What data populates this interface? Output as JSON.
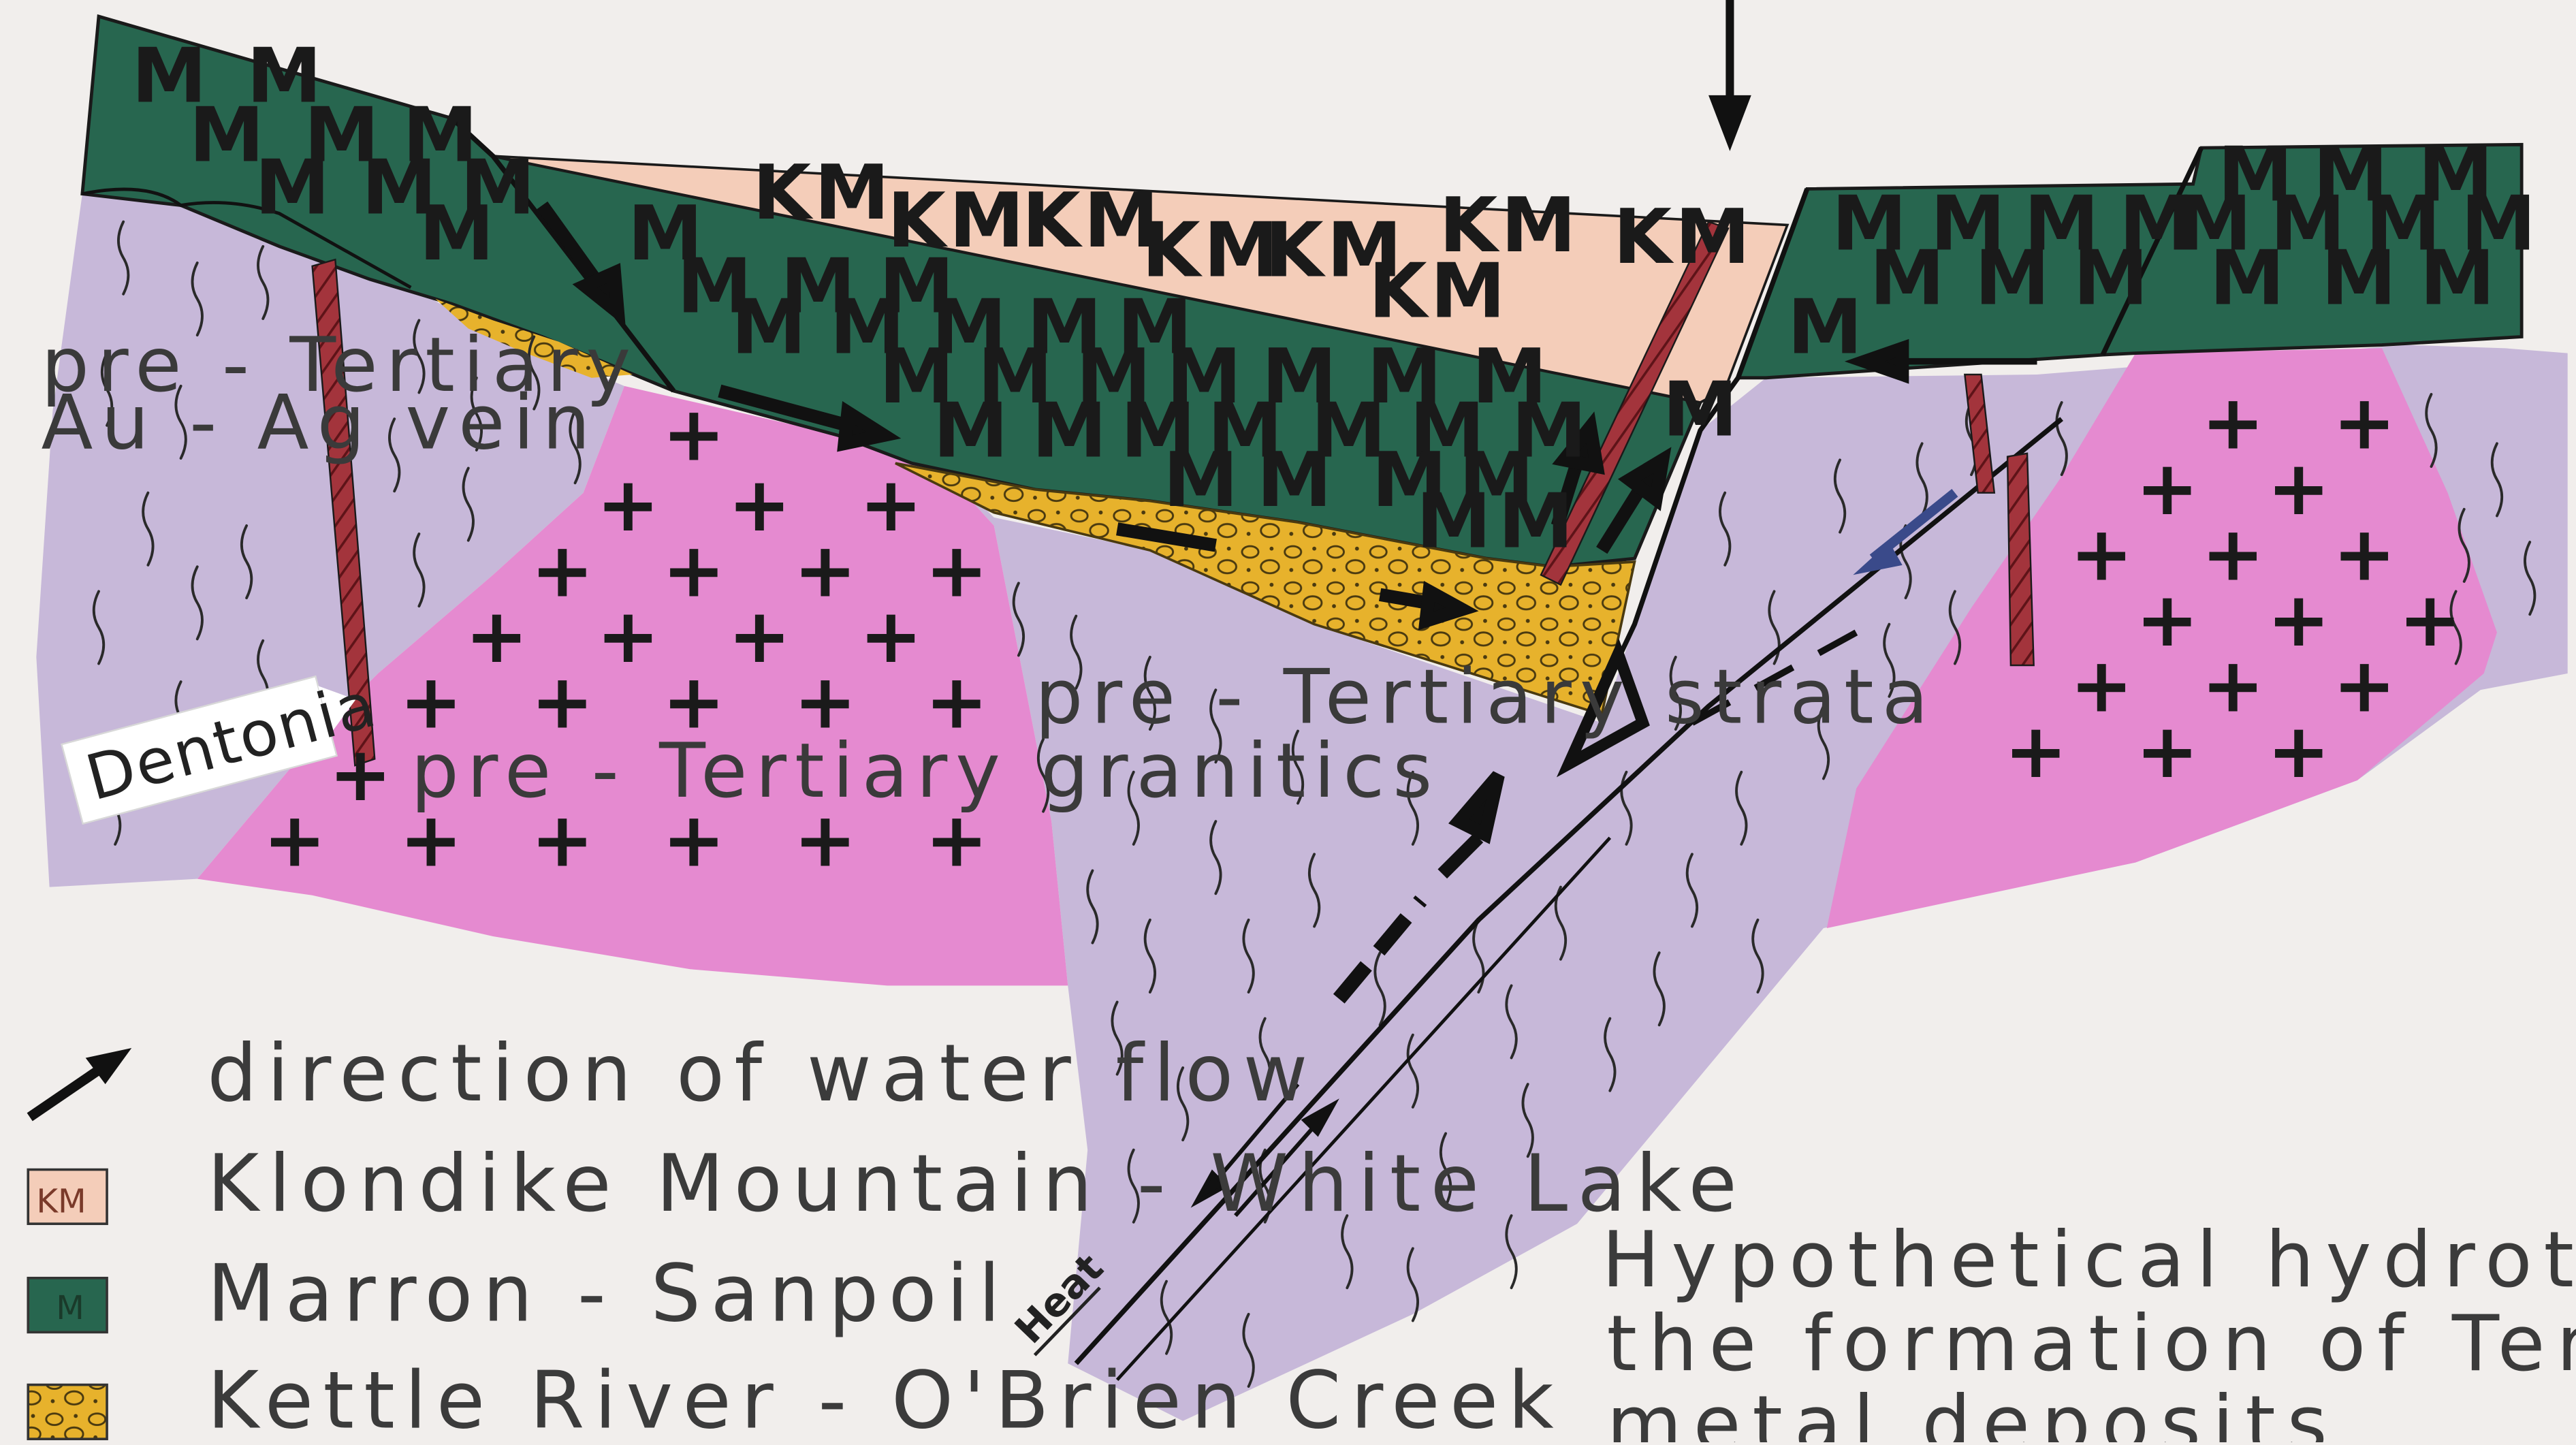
{
  "diagram": {
    "caption": {
      "line1": "Hypothetical  hydrothermal  system  for",
      "line2": "the  formation  of  Tertiary  precious",
      "line3": "metal  deposits"
    },
    "labels": {
      "vein": {
        "line1": "pre - Tertiary",
        "line2": "Au - Ag  vein"
      },
      "dentonia": "Dentonia",
      "granitics": "pre - Tertiary  granitics",
      "strata": "pre - Tertiary  strata",
      "heat": "Heat"
    },
    "symbols": {
      "km": "KM",
      "m": "M",
      "plus": "+"
    },
    "legend": {
      "flow": "direction  of  water  flow",
      "km_swatch": "KM",
      "km": "Klondike  Mountain  -  White  Lake",
      "m_swatch": "M",
      "m": "Marron  -  Sanpoil",
      "kr": "Kettle  River  -  O'Brien  Creek"
    },
    "colors": {
      "background": "#f1eeec",
      "marron": "#27664f",
      "klondike": "#f4cdb9",
      "strata": "#c7b8d9",
      "granitics": "#e58ad0",
      "kettle": "#e7b22c",
      "vein": "#a3343c"
    }
  }
}
